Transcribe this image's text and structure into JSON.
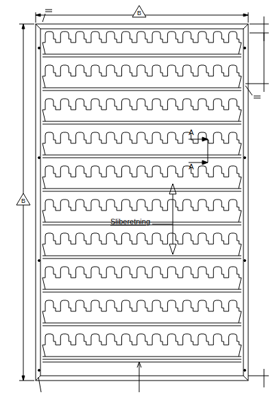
{
  "diagram": {
    "labels": [
      "B",
      "B",
      "A",
      "A",
      "Sliberetning"
    ]
  }
}
